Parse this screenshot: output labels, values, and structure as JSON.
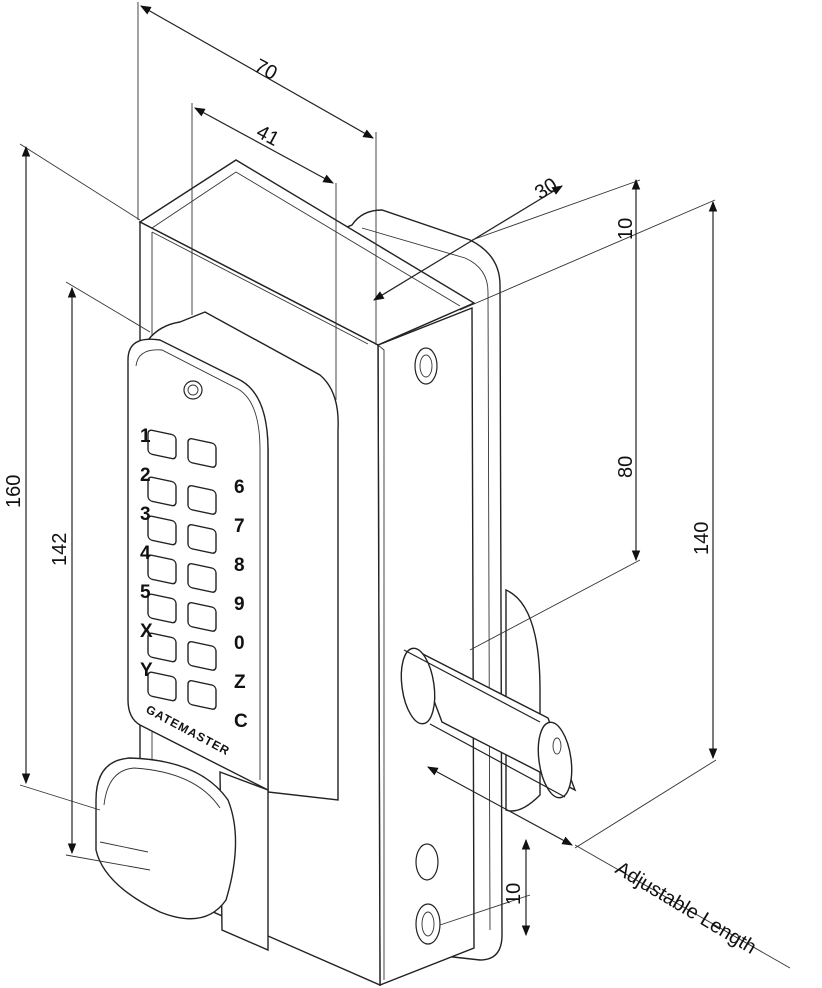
{
  "dimensions": {
    "width_overall": "70",
    "width_keypad": "41",
    "depth": "30",
    "top_offset": "10",
    "height_overall": "160",
    "height_keypad": "142",
    "hole_spacing": "80",
    "plate_height": "140",
    "bottom_offset": "10",
    "bolt_length": "Adjustable Length"
  },
  "keypad": {
    "left_keys": [
      "1",
      "2",
      "3",
      "4",
      "5",
      "X",
      "Y"
    ],
    "right_keys": [
      "6",
      "7",
      "8",
      "9",
      "0",
      "Z",
      "C"
    ],
    "brand": "GATEMASTER"
  }
}
